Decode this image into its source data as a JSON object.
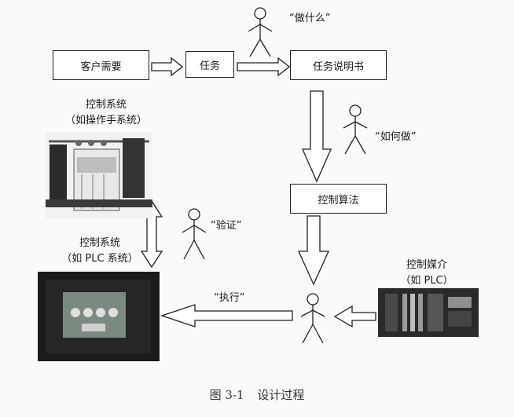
{
  "boxes": {
    "customer_needs": "客户需要",
    "task": "任务",
    "task_spec": "任务说明书",
    "control_algorithm": "控制算法"
  },
  "labels": {
    "what_to_do": "“做什么”",
    "how_to_do": "“如何做”",
    "verify": "“验证”",
    "execute": "“执行”"
  },
  "control_system_op": {
    "line1": "控制系统",
    "line2": "（如操作手系统）"
  },
  "control_system_plc": {
    "line1": "控制系统",
    "line2": "（如 PLC 系统）"
  },
  "control_medium": {
    "line1": "控制媒介",
    "line2": "（如 PLC）"
  },
  "caption": {
    "number": "图 3-1",
    "title": "设计过程"
  }
}
